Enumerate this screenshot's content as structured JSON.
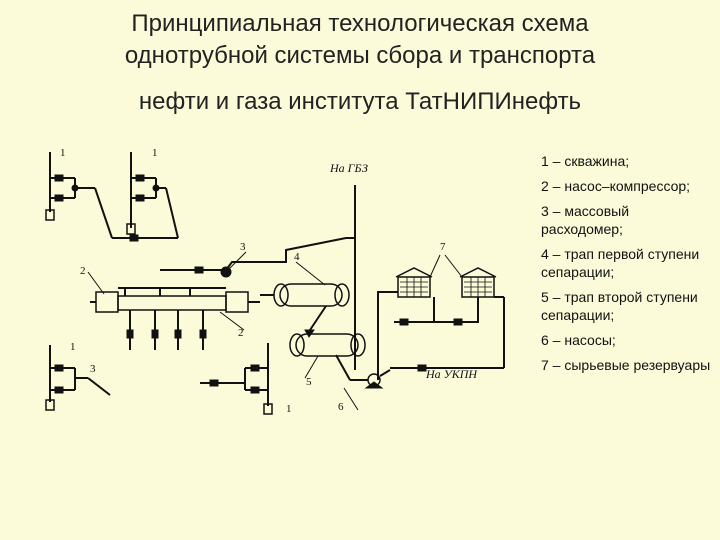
{
  "title": {
    "line1": "Принципиальная технологическая схема",
    "line2": "однотрубной системы сбора и транспорта",
    "line3": "нефти и газа института ТатНИПИнефть"
  },
  "legend": [
    "1 – скважина;",
    "2 – насос–компрессор;",
    "3 – массовый расходомер;",
    "4 – трап первой ступени сепарации;",
    "5 – трап второй ступени сепарации;",
    "6 – насосы;",
    "7 – сырьевые резервуары"
  ],
  "diagram": {
    "to_gzu": "На ГБЗ",
    "to_ukpn": "На УКПН",
    "labels": {
      "well_top_left": "1",
      "well_top_mid": "1",
      "well_bottom_left": "1",
      "well_bottom_mid": "1",
      "pump_compressor_left": "2",
      "pump_compressor_bottom": "2",
      "meter_top": "3",
      "meter_bottom": "3",
      "trap_first": "4",
      "trap_second": "5",
      "pumps": "6",
      "tanks": "7"
    }
  }
}
